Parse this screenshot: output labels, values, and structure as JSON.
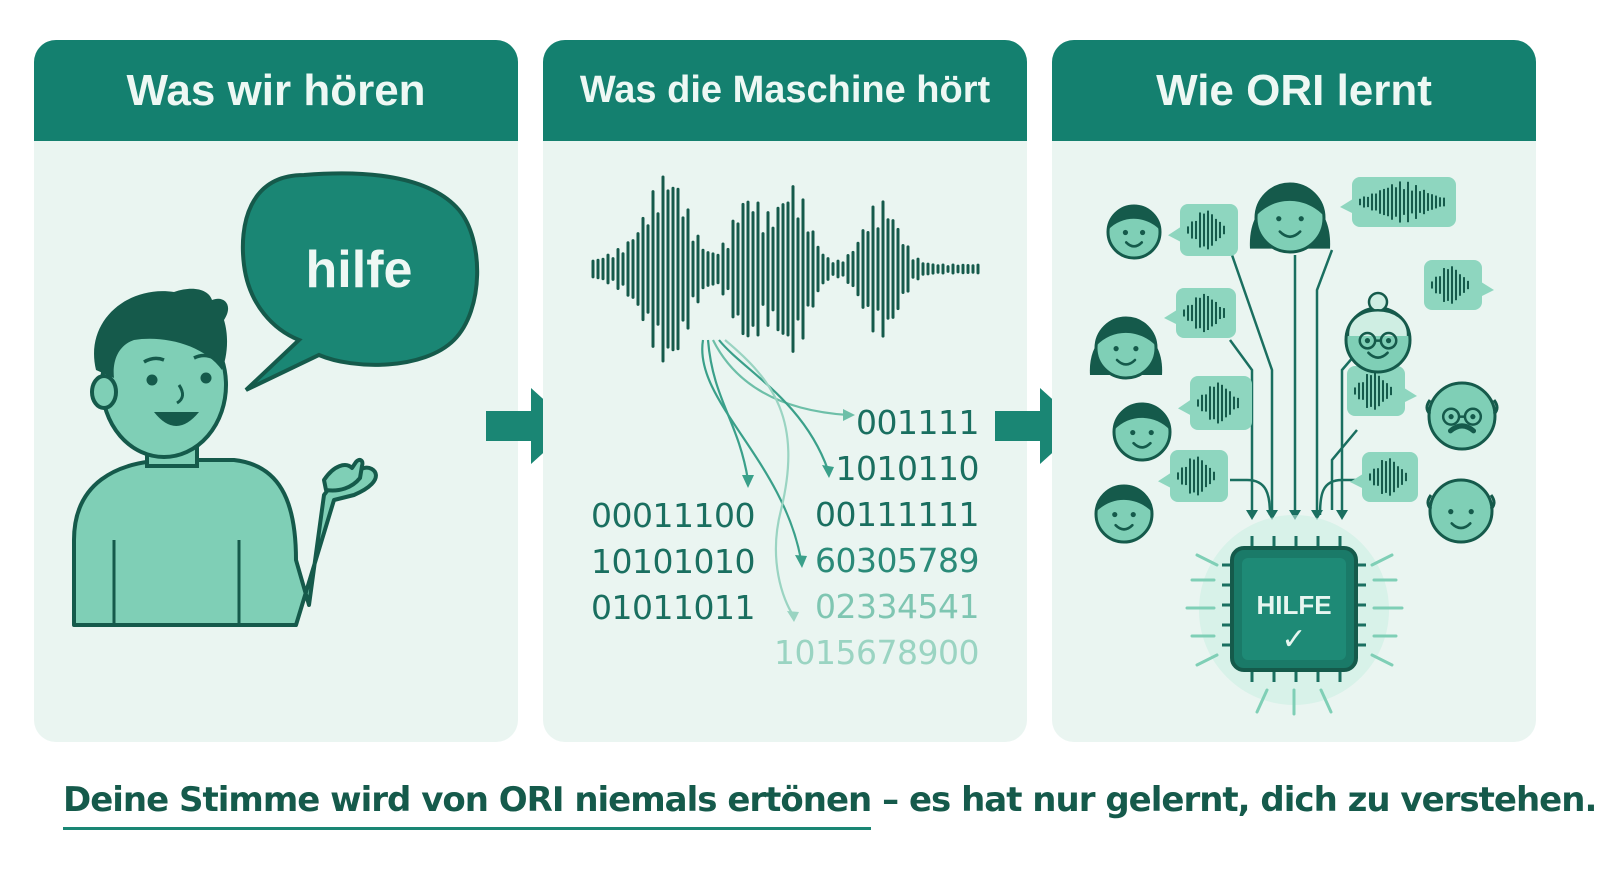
{
  "panels": [
    {
      "title": "Was wir hören",
      "speech": "hilfe"
    },
    {
      "title": "Was die Maschine hört",
      "bits_left": [
        "00011100",
        "10101010",
        "01011011"
      ],
      "bits_right": [
        "001111",
        "1010110",
        "00111111",
        "60305789",
        "02334541",
        "1015678900"
      ]
    },
    {
      "title": "Wie ORI lernt",
      "chip_label": "HILFE",
      "chip_check": "✓"
    }
  ],
  "footer": {
    "highlight": "Deine Stimme wird von ORI niemals ertönen",
    "rest": " – es hat nur gelernt, dich zu verstehen."
  },
  "colors": {
    "header": "#14806f",
    "panel": "#eaf5f1",
    "dark": "#155a4b",
    "light": "#7fcfb6",
    "accent": "#1a8674"
  },
  "icons": [
    "speech-bubble-icon",
    "sound-wave-icon",
    "arrow-right-icon",
    "person-face-icon",
    "chip-icon",
    "checkmark-icon"
  ]
}
